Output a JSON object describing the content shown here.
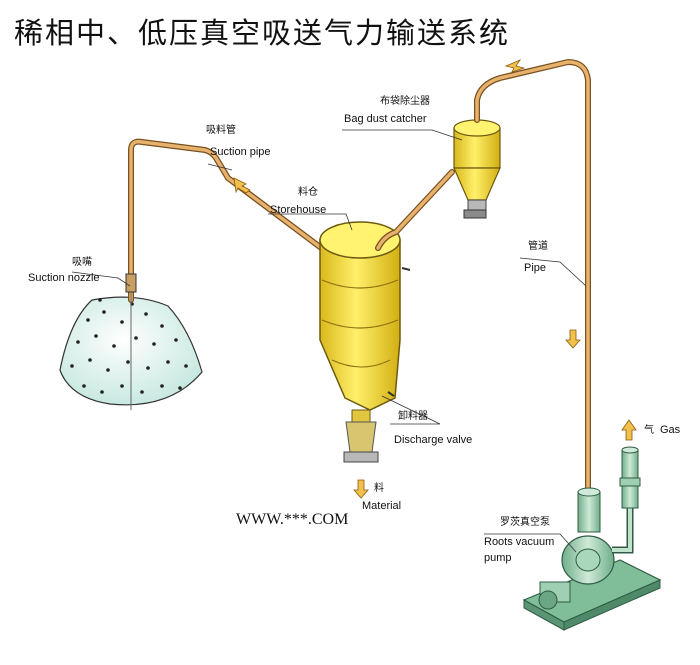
{
  "title": "稀相中、低压真空吸送气力输送系统",
  "labels": {
    "suction_nozzle": {
      "zh": "吸嘴",
      "en": "Suction nozzle"
    },
    "suction_pipe": {
      "zh": "吸料管",
      "en": "Suction pipe"
    },
    "storehouse": {
      "zh": "料仓",
      "en": "Storehouse"
    },
    "bag_dust_catcher": {
      "zh": "布袋除尘器",
      "en": "Bag dust catcher"
    },
    "pipe": {
      "zh": "管道",
      "en": "Pipe"
    },
    "discharge_valve": {
      "zh": "卸料器",
      "en": "Discharge valve"
    },
    "material": {
      "zh": "料",
      "en": "Material"
    },
    "gas": {
      "zh": "气",
      "en": "Gas"
    },
    "roots_pump": {
      "zh": "罗茨真空泵",
      "en1": "Roots vacuum",
      "en2": "pump"
    }
  },
  "watermark": "WWW.***.COM",
  "colors": {
    "pipe": "#d9a35c",
    "tank": "#f5dc3a",
    "pump": "#8fc7a6",
    "material": "#d6efe9"
  },
  "icons": [
    "flow-arrow-icon",
    "down-arrow-icon",
    "up-arrow-icon"
  ]
}
